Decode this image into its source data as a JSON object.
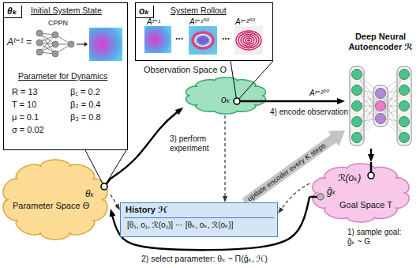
{
  "diagram": {
    "nodes": [
      {
        "text": [
          "θₖ",
          "Initial System State",
          "Aᵗ⁼¹ =",
          "CPPN",
          "Parameter for Dynamics",
          "R = 13",
          "T = 10",
          "μ = 0.1",
          "σ = 0.02",
          "β₁ = 0.2",
          "β₂ = 0.4",
          "β₃ = 0.8"
        ]
      },
      {
        "text": [
          "oₖ",
          "System Rollout",
          "Aᵗ⁼¹",
          "...",
          "Aᵗ⁼¹⁰⁰",
          "...",
          "Aᵗ⁼²⁰⁰"
        ]
      },
      {
        "text": [
          "Observation Space O",
          "oₖ"
        ]
      },
      {
        "text": [
          "Parameter Space Θ",
          "θₖ"
        ]
      },
      {
        "text": [
          "Goal Space T",
          "ℛ(oₖ)",
          "ĝₖ"
        ]
      },
      {
        "text": [
          "Deep Neural Autoencoder ℛ"
        ]
      },
      {
        "text": [
          "History ℋ",
          "[θ₁, o₁, ℛ(o₁)] ⋯ [θₖ, oₖ, ℛ(oₖ)]"
        ]
      }
    ],
    "edges": [
      {
        "from": 0,
        "to": 3,
        "arrow": "none"
      },
      {
        "from": 1,
        "to": 2,
        "arrow": "none"
      },
      {
        "from": 3,
        "to": 2,
        "label": "3) perform experiment",
        "arrow": "to"
      },
      {
        "from": 2,
        "to": 5,
        "label": "4) encode observation",
        "arrow": "to"
      },
      {
        "from": 5,
        "to": 4,
        "arrow": "to"
      },
      {
        "from": 4,
        "to": 3,
        "label": "2) select parameter: θₖ ~ Π(ĝₖ, ℋ)",
        "arrow": "to"
      },
      {
        "from": 6,
        "to": 5,
        "label": "update encoder every K steps",
        "arrow": "to"
      },
      {
        "from": 3,
        "to": 6,
        "arrow": "to"
      },
      {
        "from": 2,
        "to": 6,
        "arrow": "to"
      },
      {
        "from": 4,
        "to": 6,
        "arrow": "to"
      }
    ],
    "labels": [
      "Aᵗ⁼²⁰⁰",
      "1) sample goal: ĝₖ ~ G"
    ]
  }
}
